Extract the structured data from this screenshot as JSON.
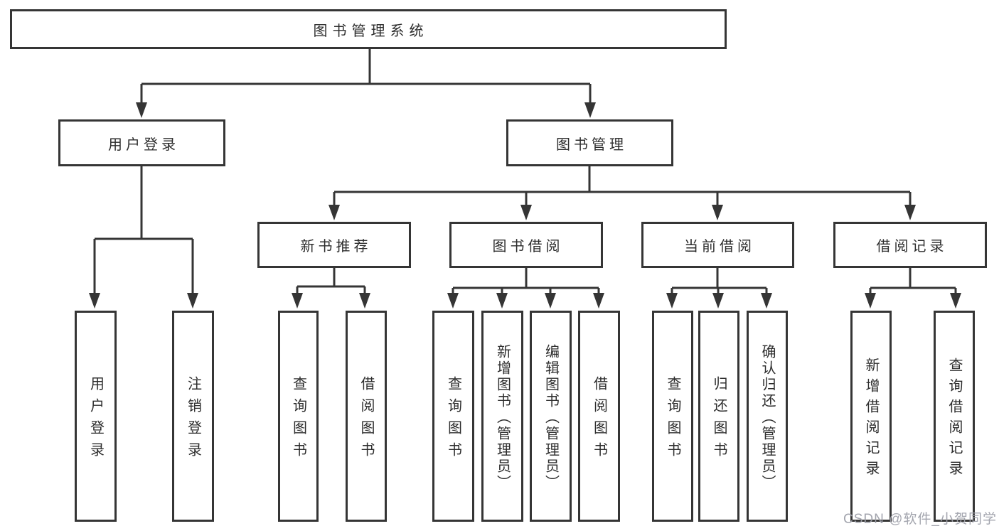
{
  "nodes": {
    "root": "图书管理系统",
    "userLogin": "用户登录",
    "bookMgmt": "图书管理",
    "newBooks": "新书推荐",
    "bookBorrow": "图书借阅",
    "currentBorrow": "当前借阅",
    "borrowRecords": "借阅记录",
    "loginUser": "用户登录",
    "logoutUser": "注销登录",
    "nbQuery": "查询图书",
    "nbBorrow": "借阅图书",
    "bbQuery": "查询图书",
    "bbAdd": "新增图书（管理员）",
    "bbEdit": "编辑图书（管理员）",
    "bbBorrow": "借阅图书",
    "cbQuery": "查询图书",
    "cbReturn": "归还图书",
    "cbConfirm": "确认归还（管理员）",
    "brAdd": "新增借阅记录",
    "brQuery": "查询借阅记录"
  },
  "hierarchy": {
    "图书管理系统": {
      "用户登录": [
        "用户登录",
        "注销登录"
      ],
      "图书管理": {
        "新书推荐": [
          "查询图书",
          "借阅图书"
        ],
        "图书借阅": [
          "查询图书",
          "新增图书（管理员）",
          "编辑图书（管理员）",
          "借阅图书"
        ],
        "当前借阅": [
          "查询图书",
          "归还图书",
          "确认归还（管理员）"
        ],
        "借阅记录": [
          "新增借阅记录",
          "查询借阅记录"
        ]
      }
    }
  },
  "watermark": "CSDN @软件_小贺同学",
  "colors": {
    "line": "#353535",
    "box_background": "#ffffff",
    "text": "#2d2d2d",
    "watermark": "#9ea0aa"
  }
}
